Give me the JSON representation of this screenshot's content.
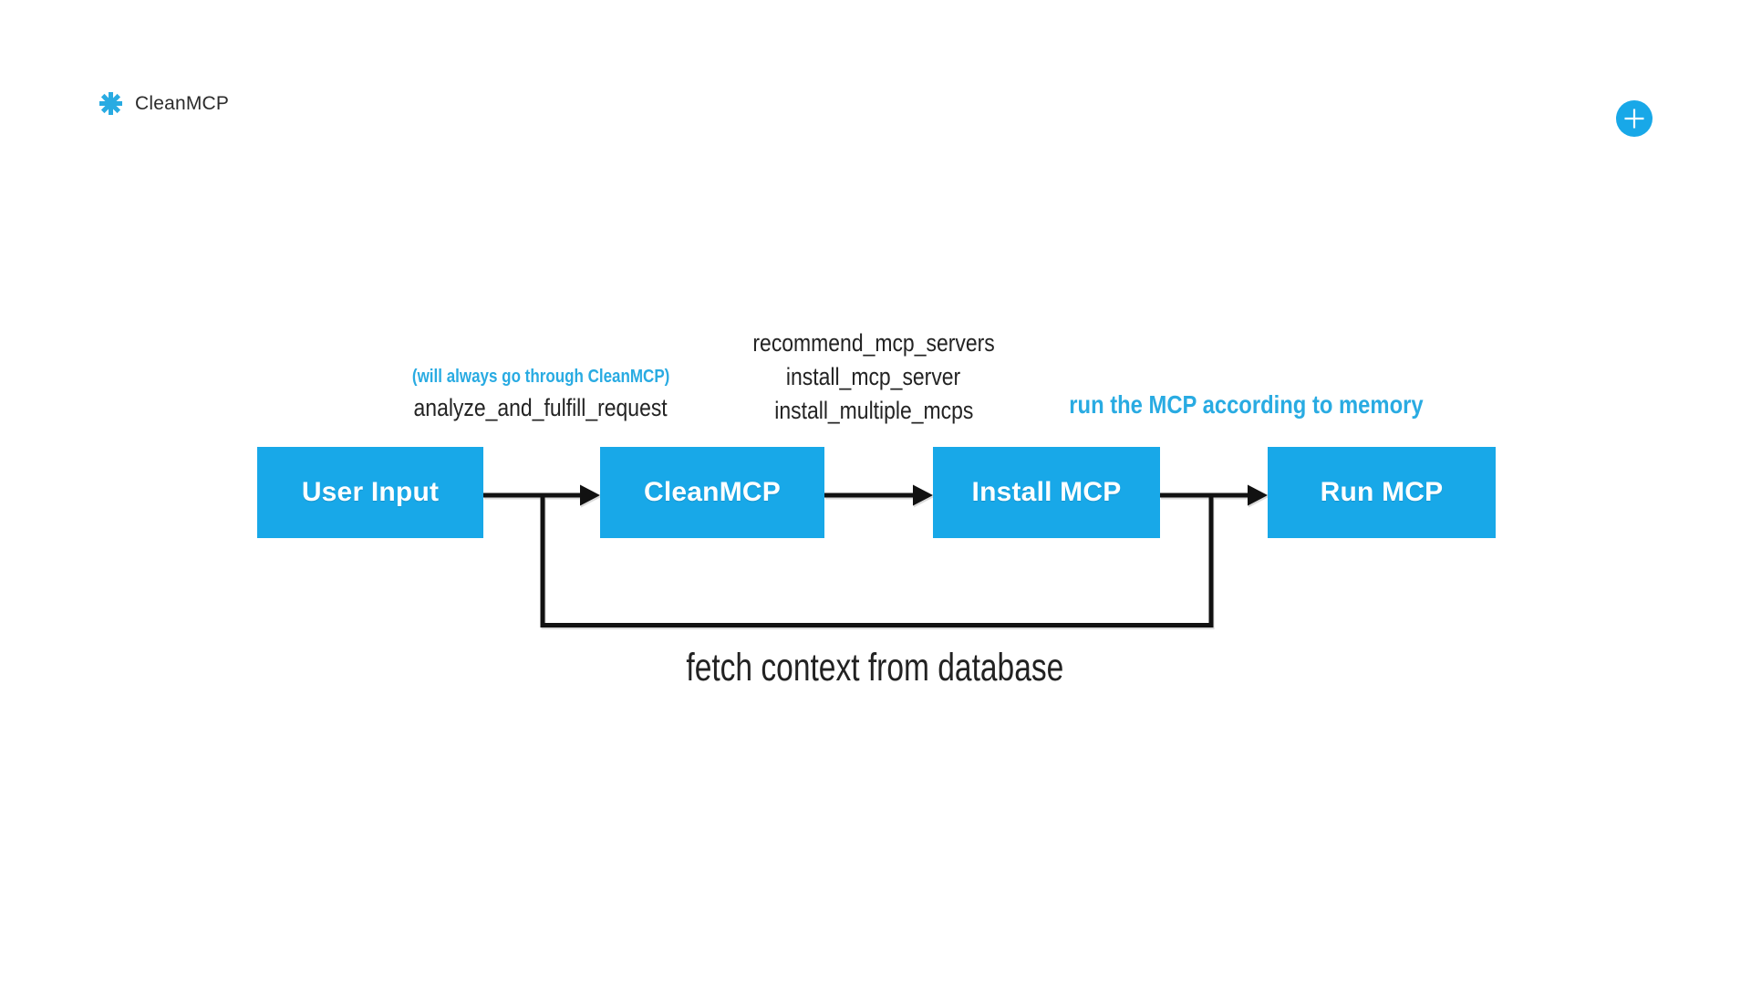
{
  "header": {
    "logo": {
      "icon": "asterisk-icon",
      "text": "CleanMCP"
    },
    "add_button": {
      "icon": "plus-icon"
    }
  },
  "diagram": {
    "colors": {
      "accent": "#18a8e8",
      "note_blue": "#29abe2",
      "wire": "#111111",
      "text_dark": "#232323"
    },
    "nodes": [
      {
        "id": "user-input",
        "label": "User Input"
      },
      {
        "id": "cleanmcp",
        "label": "CleanMCP"
      },
      {
        "id": "install-mcp",
        "label": "Install MCP"
      },
      {
        "id": "run-mcp",
        "label": "Run MCP"
      }
    ],
    "annotations": {
      "left_note": "(will always go through CleanMCP)",
      "left_tool": "analyze_and_fulfill_request",
      "mid_tools": [
        "recommend_mcp_servers",
        "install_mcp_server",
        "install_multiple_mcps"
      ],
      "right_note": "run the MCP according to memory",
      "caption": "fetch context from database"
    }
  }
}
